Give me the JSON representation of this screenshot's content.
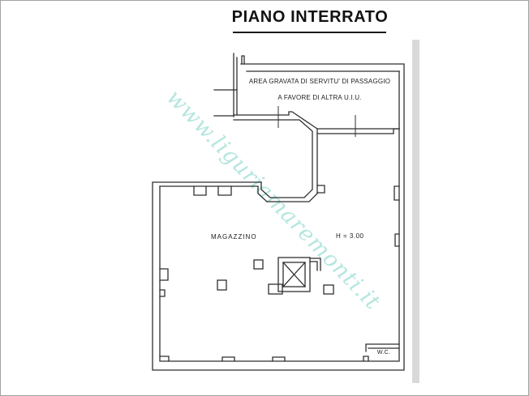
{
  "page": {
    "title": "PIANO INTERRATO"
  },
  "plan": {
    "servitude_area": {
      "line1": "AREA GRAVATA DI SERVITU'  DI PASSAGGIO",
      "line2": "A FAVORE DI ALTRA U.I.U."
    },
    "rooms": [
      {
        "label": "MAGAZZINO"
      },
      {
        "label": "W.C."
      }
    ],
    "height_note": "H = 3.00",
    "symbols": [
      "elevator-shaft-x-symbol",
      "square-columns",
      "door-opening-marks"
    ]
  },
  "watermark": {
    "text": "www.liguriamaremonti.it",
    "color": "#a9e2da"
  },
  "colors": {
    "ink": "#2f2f2f",
    "paper": "#ffffff",
    "scan_shadow": "#d9d9d9"
  }
}
